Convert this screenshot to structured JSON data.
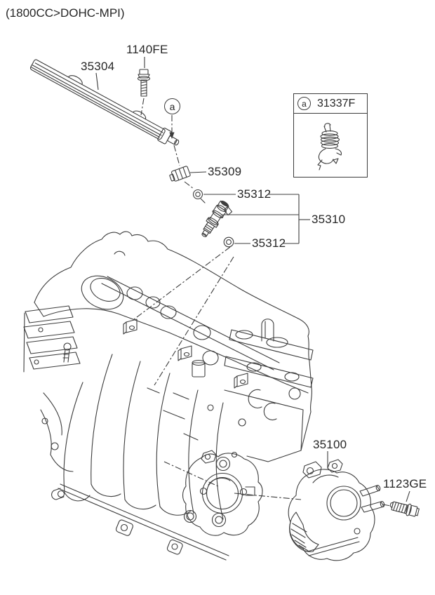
{
  "labels": {
    "title": "(1800CC>DOHC-MPI)",
    "marker_a": "a",
    "fuel_rail": "35304",
    "rail_bolt": "1140FE",
    "clip_detail": "31337F",
    "retainer_clip": "35309",
    "oring_upper": "35312",
    "injector": "35310",
    "oring_lower": "35312",
    "throttle_body": "35100",
    "throttle_bolt": "1123GE"
  },
  "callout_numbers": [
    "35304",
    "1140FE",
    "31337F",
    "35309",
    "35312",
    "35310",
    "35312",
    "35100",
    "1123GE"
  ],
  "colors": {
    "line": "#3c3c3c",
    "text": "#262626",
    "background": "#ffffff"
  }
}
